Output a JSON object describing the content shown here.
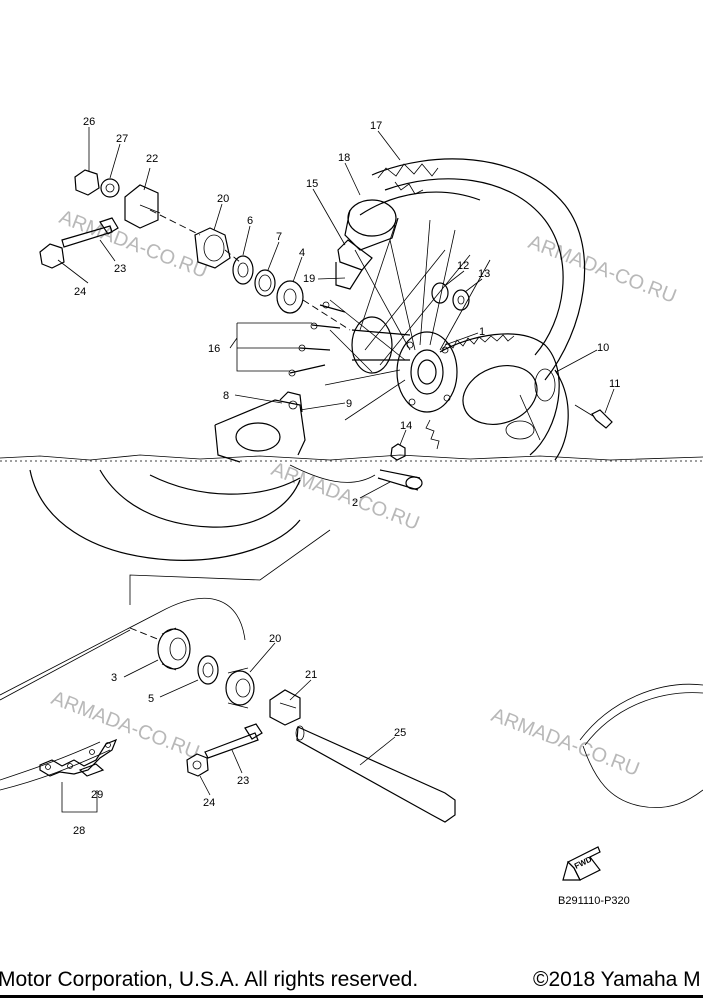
{
  "diagram": {
    "part_labels": {
      "n1": "1",
      "n2": "2",
      "n3": "3",
      "n4": "4",
      "n5": "5",
      "n6": "6",
      "n7": "7",
      "n8": "8",
      "n9": "9",
      "n10": "10",
      "n11": "11",
      "n12": "12",
      "n13": "13",
      "n14": "14",
      "n15": "15",
      "n16": "16",
      "n17": "17",
      "n18": "18",
      "n19": "19",
      "n20a": "20",
      "n20b": "20",
      "n21": "21",
      "n22": "22",
      "n23a": "23",
      "n23b": "23",
      "n24a": "24",
      "n24b": "24",
      "n25": "25",
      "n26": "26",
      "n27": "27",
      "n28": "28",
      "n29": "29"
    },
    "watermark": "ARMADA-CO.RU",
    "fwd_label": "FWD",
    "figure_code": "B291110-P320"
  },
  "footer": {
    "left_text": "Motor Corporation, U.S.A. All rights reserved.",
    "right_text": "©2018 Yamaha M"
  }
}
